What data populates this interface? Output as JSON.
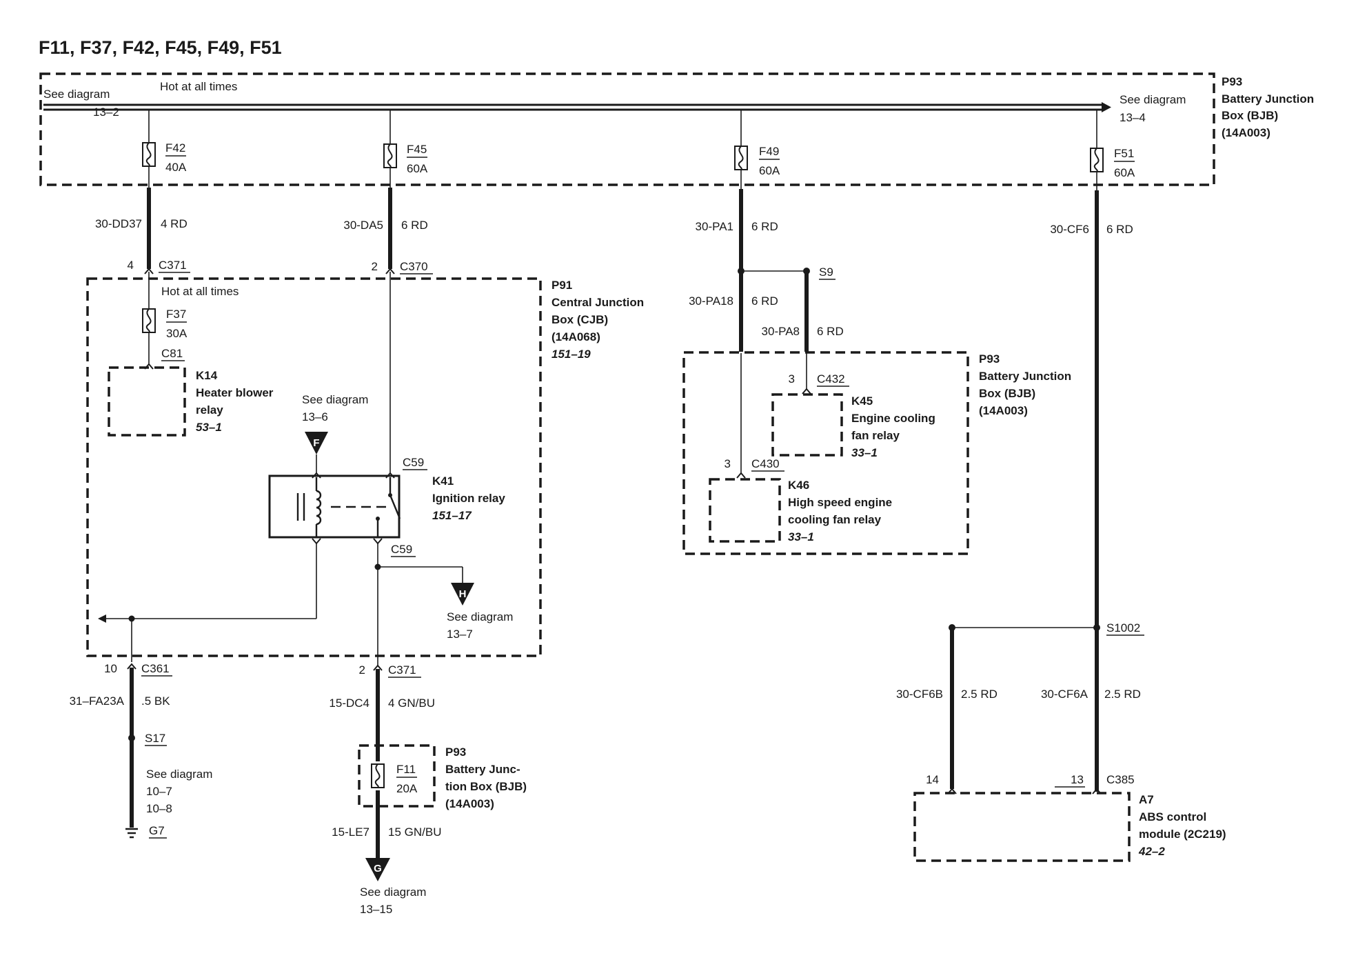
{
  "title": "F11, F37, F42, F45, F49, F51",
  "bus": {
    "label": "Hot at all times",
    "left_ref": {
      "line1": "See diagram",
      "line2": "13–2"
    },
    "right_ref": {
      "line1": "See diagram",
      "line2": "13–4"
    }
  },
  "bjb_top": {
    "id": "P93",
    "line1": "Battery Junction",
    "line2": "Box (BJB)",
    "part": "(14A003)"
  },
  "fuses": {
    "f42": {
      "name": "F42",
      "rating": "40A"
    },
    "f45": {
      "name": "F45",
      "rating": "60A"
    },
    "f49": {
      "name": "F49",
      "rating": "60A"
    },
    "f51": {
      "name": "F51",
      "rating": "60A"
    },
    "f37": {
      "name": "F37",
      "rating": "30A"
    },
    "f11": {
      "name": "F11",
      "rating": "20A"
    }
  },
  "wires": {
    "w1": {
      "circuit": "30-DD37",
      "gauge": "4 RD"
    },
    "w2": {
      "circuit": "30-DA5",
      "gauge": "6 RD"
    },
    "w3": {
      "circuit": "30-PA1",
      "gauge": "6 RD"
    },
    "w4": {
      "circuit": "30-CF6",
      "gauge": "6 RD"
    },
    "w5": {
      "circuit": "30-PA18",
      "gauge": "6 RD"
    },
    "w6": {
      "circuit": "30-PA8",
      "gauge": "6 RD"
    },
    "w7": {
      "circuit": "31–FA23A",
      "gauge": ".5 BK"
    },
    "w8": {
      "circuit": "15-DC4",
      "gauge": "4 GN/BU"
    },
    "w9": {
      "circuit": "15-LE7",
      "gauge": "15 GN/BU"
    },
    "w10": {
      "circuit": "30-CF6B",
      "gauge": "2.5 RD"
    },
    "w11": {
      "circuit": "30-CF6A",
      "gauge": "2.5 RD"
    }
  },
  "connectors": {
    "c371a": {
      "pin": "4",
      "name": "C371"
    },
    "c370": {
      "pin": "2",
      "name": "C370"
    },
    "c81": {
      "name": "C81"
    },
    "c59a": {
      "name": "C59"
    },
    "c59b": {
      "name": "C59"
    },
    "c361": {
      "pin": "10",
      "name": "C361"
    },
    "c371b": {
      "pin": "2",
      "name": "C371"
    },
    "c432": {
      "pin": "3",
      "name": "C432"
    },
    "c430": {
      "pin": "3",
      "name": "C430"
    },
    "c385": {
      "pin_a": "14",
      "pin_b": "13",
      "name": "C385"
    }
  },
  "splices": {
    "s9": "S9",
    "s17": "S17",
    "s1002": "S1002"
  },
  "ground": "G7",
  "cjb": {
    "hot": "Hot at all times",
    "id": "P91",
    "line1": "Central Junction",
    "line2": "Box (CJB)",
    "part": "(14A068)",
    "ref": "151–19"
  },
  "k14": {
    "id": "K14",
    "line1": "Heater blower",
    "line2": "relay",
    "ref": "53–1"
  },
  "k41": {
    "id": "K41",
    "line1": "Ignition relay",
    "ref": "151–17"
  },
  "ref_f": {
    "line1": "See diagram",
    "line2": "13–6",
    "letter": "F"
  },
  "ref_h": {
    "line1": "See diagram",
    "line2": "13–7",
    "letter": "H"
  },
  "ref_g": {
    "line1": "See diagram",
    "line2": "13–15",
    "letter": "G"
  },
  "ref_s17": {
    "line1": "See diagram",
    "line2": "10–7",
    "line3": "10–8"
  },
  "bjb_right": {
    "id": "P93",
    "line1": "Battery Junction",
    "line2": "Box (BJB)",
    "part": "(14A003)"
  },
  "k45": {
    "id": "K45",
    "line1": "Engine cooling",
    "line2": "fan relay",
    "ref": "33–1"
  },
  "k46": {
    "id": "K46",
    "line1": "High speed engine",
    "line2": "cooling fan relay",
    "ref": "33–1"
  },
  "bjb_bottom": {
    "id": "P93",
    "line1": "Battery Junc-",
    "line2": "tion Box (BJB)",
    "part": "(14A003)"
  },
  "a7": {
    "id": "A7",
    "line1": "ABS control",
    "line2": "module (2C219)",
    "ref": "42–2"
  }
}
